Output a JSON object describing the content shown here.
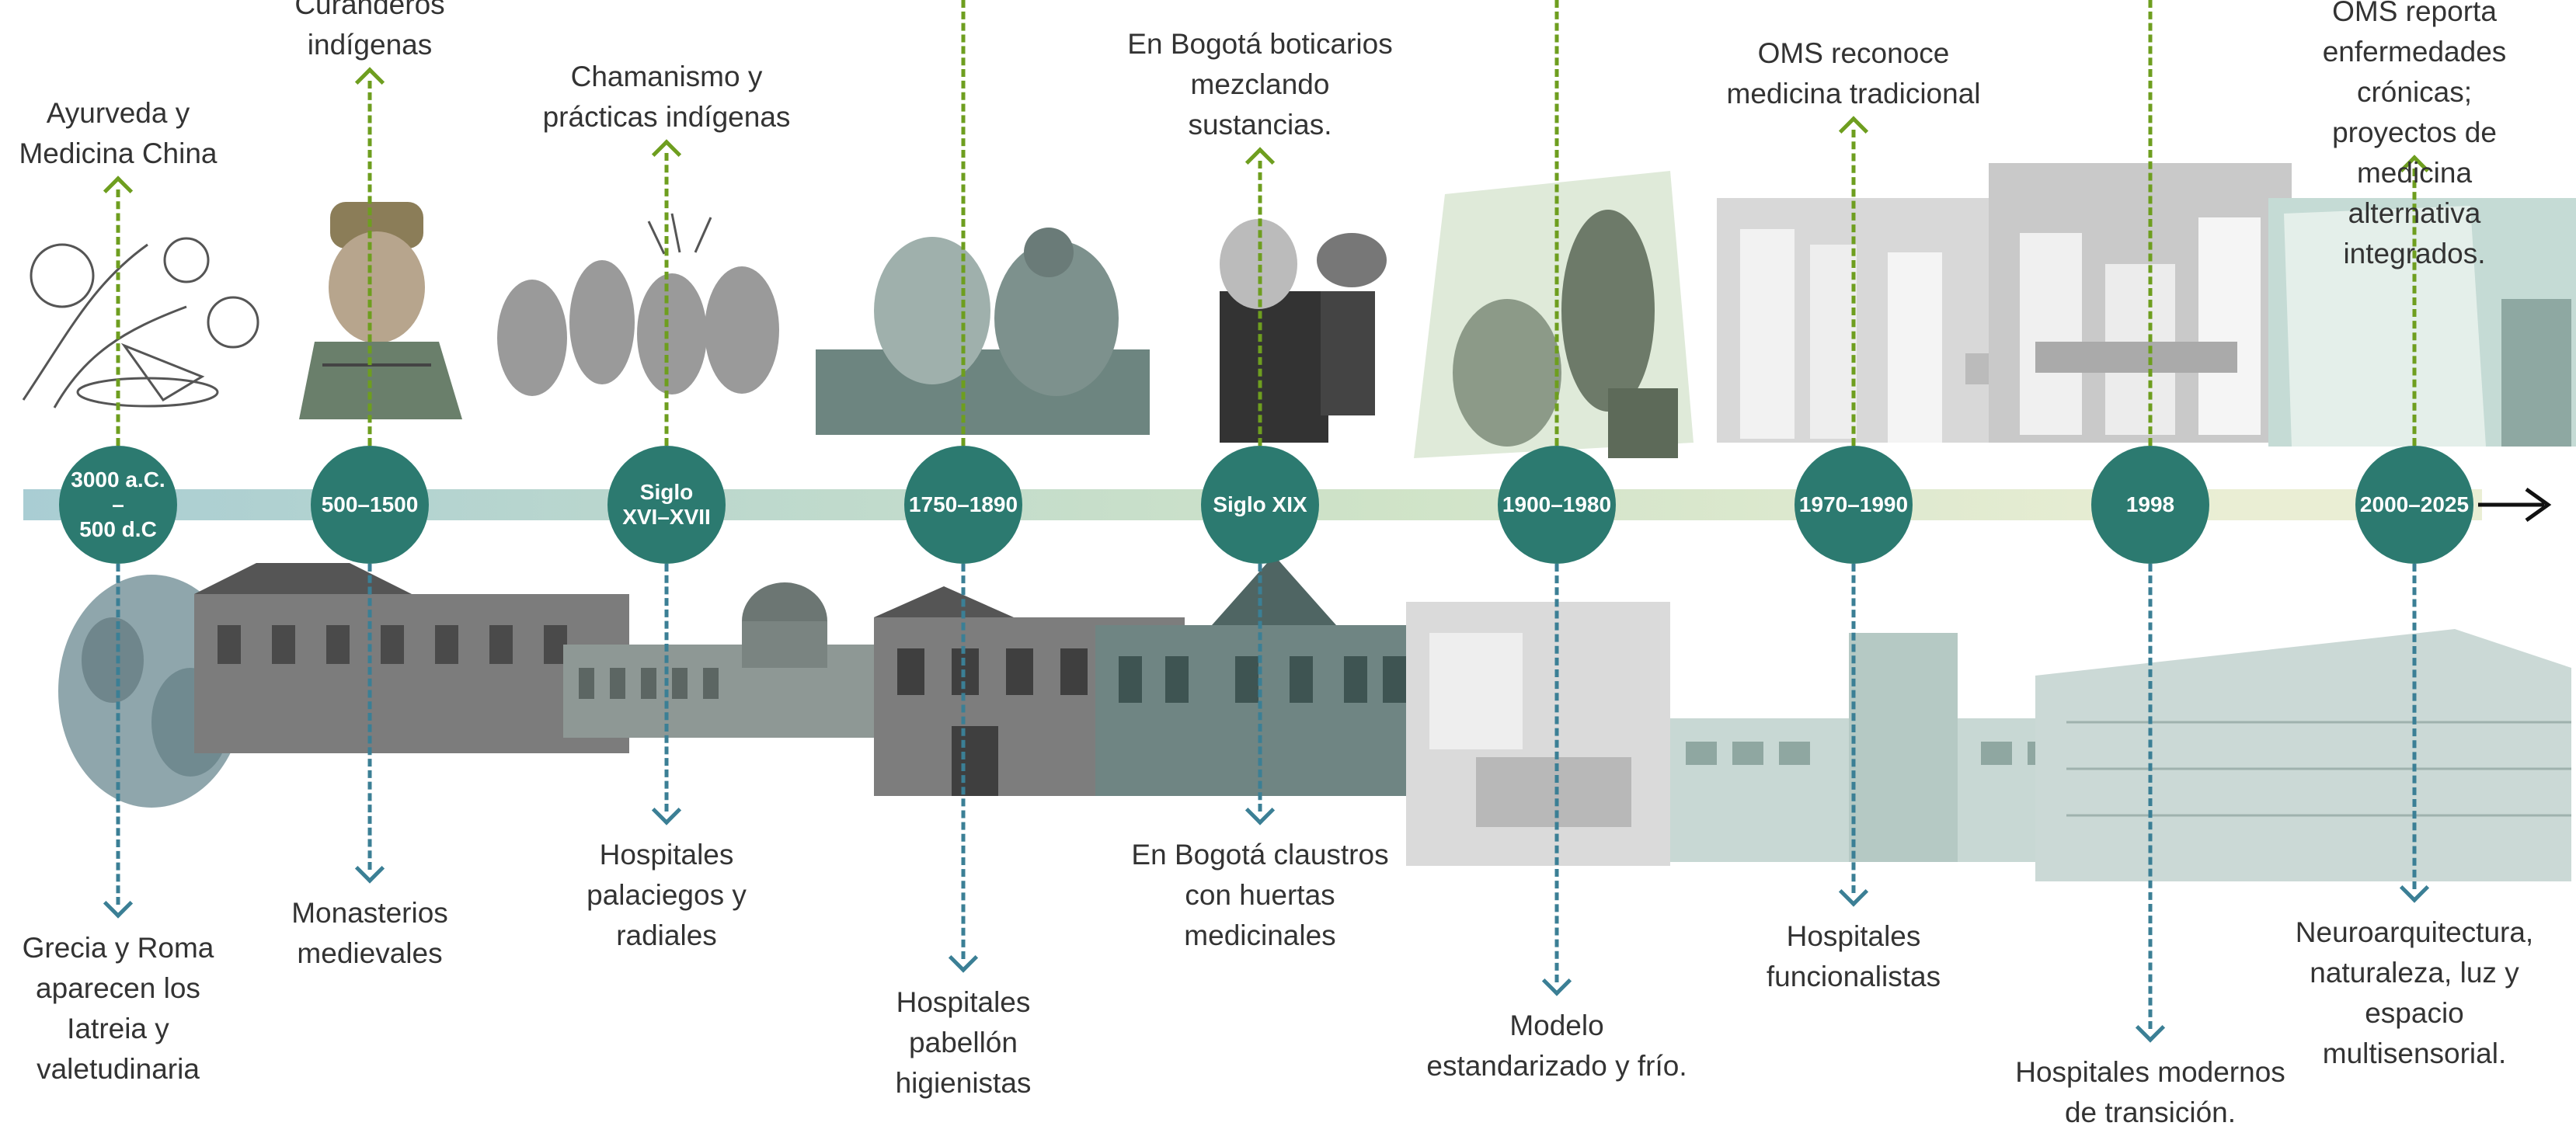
{
  "colors": {
    "node": "#2c7a70",
    "up_connector": "#6e9e1f",
    "down_connector": "#3b7f95",
    "timeline_start": "#a9cdd3",
    "timeline_end": "#e6ecd0"
  },
  "events": [
    {
      "period": "3000 a.C.\n–\n500 d.C",
      "above": "Ayurveda y\nMedicina China",
      "below": "Grecia y Roma\naparecen los\nIatreia y\nvaletudinaria"
    },
    {
      "period": "500–1500",
      "above": "Curanderos\nindígenas",
      "below": "Monasterios\nmedievales"
    },
    {
      "period": "Siglo\nXVI–XVII",
      "above": "Chamanismo y\nprácticas indígenas",
      "below": "Hospitales\npalaciegos y\nradiales"
    },
    {
      "period": "1750–1890",
      "above": "",
      "below": "Hospitales\npabellón\nhigienistas"
    },
    {
      "period": "Siglo XIX",
      "above": "En Bogotá boticarios\nmezclando\nsustancias.",
      "below": "En Bogotá claustros\ncon huertas\nmedicinales"
    },
    {
      "period": "1900–1980",
      "above": "",
      "below": "Modelo\nestandarizado y frío."
    },
    {
      "period": "1970–1990",
      "above": "OMS reconoce\nmedicina tradicional",
      "below": "Hospitales\nfuncionalistas"
    },
    {
      "period": "1998",
      "above": "",
      "below": "Hospitales modernos\nde transición."
    },
    {
      "period": "2000–2025",
      "above": "OMS reporta\nenfermedades crónicas;\nproyectos de medicina\nalternativa integrados.",
      "below": "Neuroarquitectura,\nnaturaleza, luz y\nespacio multisensorial."
    }
  ],
  "images": {
    "upper": [
      "herbs-illustration",
      "indigenous-healer-portrait",
      "shaman-ritual-engraving",
      "bathhouse-engraving",
      "apothecary-engraving",
      "doctor-patient-sketch",
      "nurses-ward-photo",
      "surgeons-operating-photo",
      "curtained-ward-photo"
    ],
    "lower": [
      "roman-relief-sculpture",
      "monastery-building",
      "palace-hospital-domes",
      "pavilion-hospital-facade",
      "bogota-cloister-building",
      "standard-hospital-room",
      "functionalist-hospital",
      "modern-glass-hospital"
    ]
  }
}
